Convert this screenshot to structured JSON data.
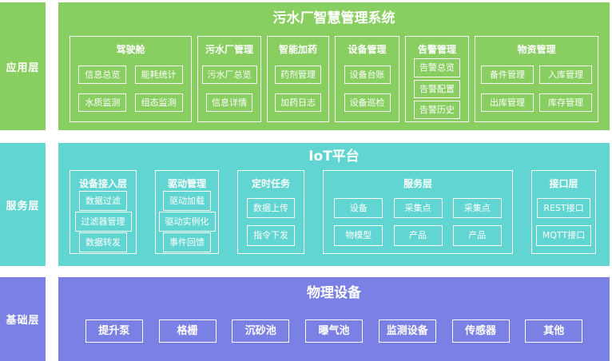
{
  "application": {
    "label": "应用层",
    "title": "污水厂智慧管理系统",
    "groups": {
      "cockpit": {
        "title": "驾驶舱",
        "items": [
          "信息总览",
          "能耗统计",
          "水质监测",
          "组态监测"
        ]
      },
      "plant_mgmt": {
        "title": "污水厂管理",
        "items": [
          "污水厂总览",
          "信息详情"
        ]
      },
      "smart_dosing": {
        "title": "智能加药",
        "items": [
          "药剂管理",
          "加药日志"
        ]
      },
      "equipment_mgmt": {
        "title": "设备管理",
        "items": [
          "设备台账",
          "设备巡检"
        ]
      },
      "alarm_mgmt": {
        "title": "告警管理",
        "items": [
          "告警总览",
          "告警配置",
          "告警历史"
        ]
      },
      "material_mgmt": {
        "title": "物资管理",
        "items": [
          "备件管理",
          "入库管理",
          "出库管理",
          "库存管理"
        ]
      }
    }
  },
  "service": {
    "label": "服务层",
    "title": "IoT平台",
    "groups": {
      "device_access": {
        "title": "设备接入层",
        "items": [
          "数据过滤",
          "过滤器管理",
          "数据转发"
        ]
      },
      "driver_mgmt": {
        "title": "驱动管理",
        "items": [
          "驱动加载",
          "驱动实例化",
          "事件回馈"
        ]
      },
      "scheduled_tasks": {
        "title": "定时任务",
        "items": [
          "数据上传",
          "指令下发"
        ]
      },
      "service_sublayer": {
        "title": "服务层",
        "items": [
          "设备",
          "采集点",
          "采集点",
          "物模型",
          "产品",
          "产品"
        ]
      },
      "interface_layer": {
        "title": "接口层",
        "items": [
          "REST接口",
          "MQTT接口"
        ]
      }
    }
  },
  "foundation": {
    "label": "基础层",
    "title": "物理设备",
    "items": [
      "提升泵",
      "格栅",
      "沉砂池",
      "曝气池",
      "监测设备",
      "传感器",
      "其他"
    ]
  },
  "colors": {
    "application_green": "#88ce60",
    "service_cyan": "#61d5d1",
    "foundation_purple": "#7b80e5",
    "text_and_borders": "#ffffff",
    "page_background": "#ffffff"
  }
}
